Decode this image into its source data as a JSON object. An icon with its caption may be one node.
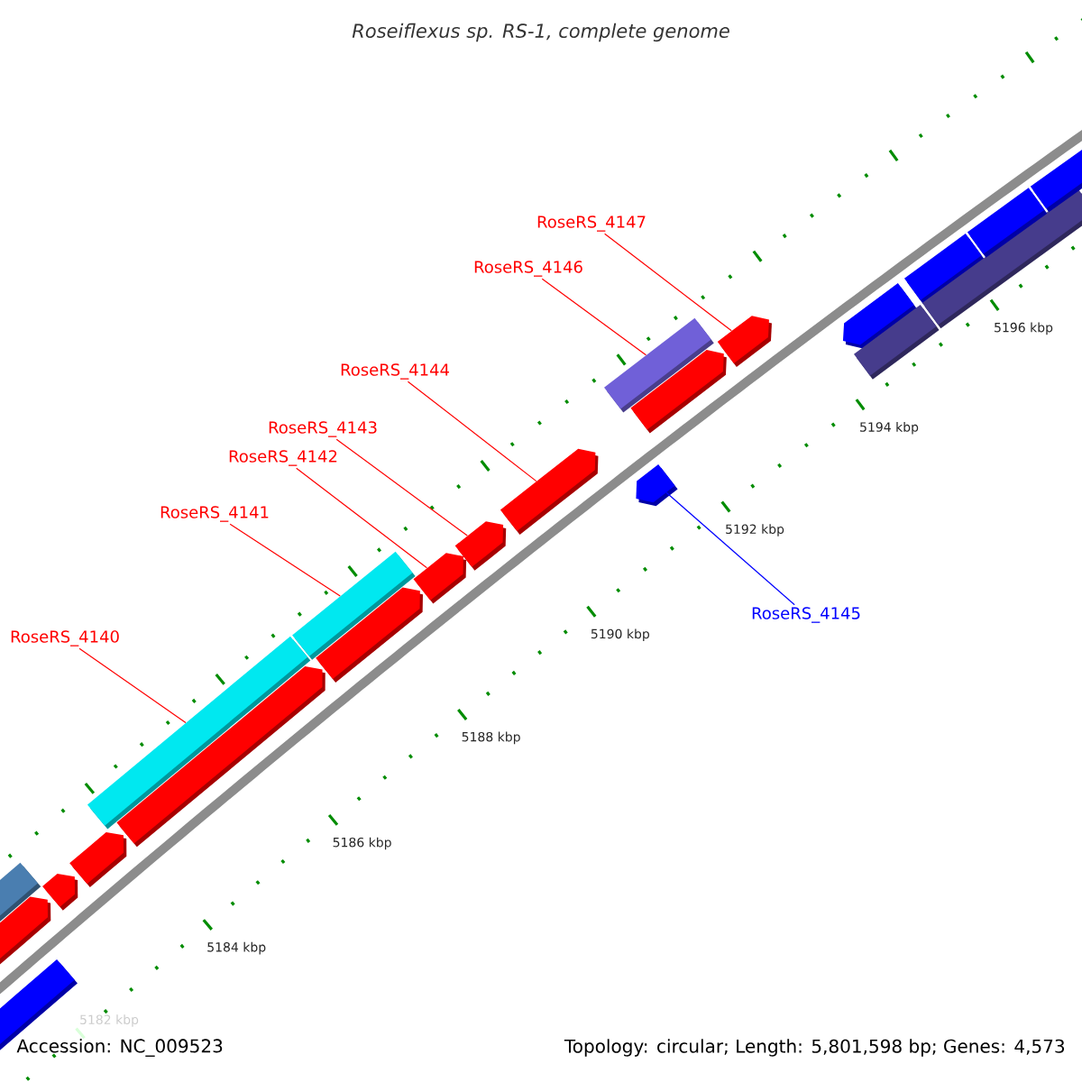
{
  "diagram": {
    "title": "Roseiflexus sp. RS-1, complete genome",
    "nodes": [
      {
        "text": [
          "RoseRS_4147"
        ]
      },
      {
        "text": [
          "RoseRS_4146"
        ]
      },
      {
        "text": [
          "RoseRS_4144"
        ]
      },
      {
        "text": [
          "RoseRS_4143"
        ]
      },
      {
        "text": [
          "RoseRS_4142"
        ]
      },
      {
        "text": [
          "RoseRS_4141"
        ]
      },
      {
        "text": [
          "RoseRS_4140"
        ]
      },
      {
        "text": [
          "RoseRS_4145"
        ]
      },
      {
        "text": [],
        "shape": "pentagon"
      },
      {
        "text": [],
        "shape": "pentagon"
      },
      {
        "text": [],
        "shape": "box"
      },
      {
        "text": [],
        "shape": "pentagon"
      },
      {
        "text": [],
        "shape": "pentagon"
      },
      {
        "text": [],
        "shape": "box"
      },
      {
        "text": [],
        "shape": "pentagon"
      },
      {
        "text": [],
        "shape": "box"
      },
      {
        "text": [],
        "shape": "pentagon"
      },
      {
        "text": [],
        "shape": "pentagon"
      },
      {
        "text": [],
        "shape": "pentagon"
      },
      {
        "text": [],
        "shape": "pentagon"
      },
      {
        "text": [],
        "shape": "box"
      },
      {
        "text": [],
        "shape": "pentagon"
      },
      {
        "text": [],
        "shape": "pentagon"
      },
      {
        "text": [],
        "shape": "pentagon"
      },
      {
        "text": [],
        "shape": "pentagon"
      },
      {
        "text": [],
        "shape": "box"
      },
      {
        "text": [],
        "shape": "box"
      },
      {
        "text": [],
        "shape": "box"
      },
      {
        "text": [],
        "shape": "box"
      },
      {
        "text": [],
        "shape": "box"
      }
    ],
    "edges": [
      {
        "from": 0,
        "to": 23,
        "arrow": "none"
      },
      {
        "from": 1,
        "to": 20,
        "arrow": "none"
      },
      {
        "from": 2,
        "to": 19,
        "arrow": "none"
      },
      {
        "from": 3,
        "to": 18,
        "arrow": "none"
      },
      {
        "from": 4,
        "to": 17,
        "arrow": "none"
      },
      {
        "from": 5,
        "to": 15,
        "arrow": "none"
      },
      {
        "from": 6,
        "to": 13,
        "arrow": "none"
      },
      {
        "from": 7,
        "to": 22,
        "arrow": "none",
        "color": "#0000ff"
      }
    ],
    "labels": [
      "5182 kbp",
      "5184 kbp",
      "5186 kbp",
      "5188 kbp",
      "5190 kbp",
      "5192 kbp",
      "5194 kbp",
      "5196 kbp",
      "Accession: NC_009523",
      "Topology: circular; Length: 5,801,598 bp; Genes: 4,573"
    ]
  }
}
